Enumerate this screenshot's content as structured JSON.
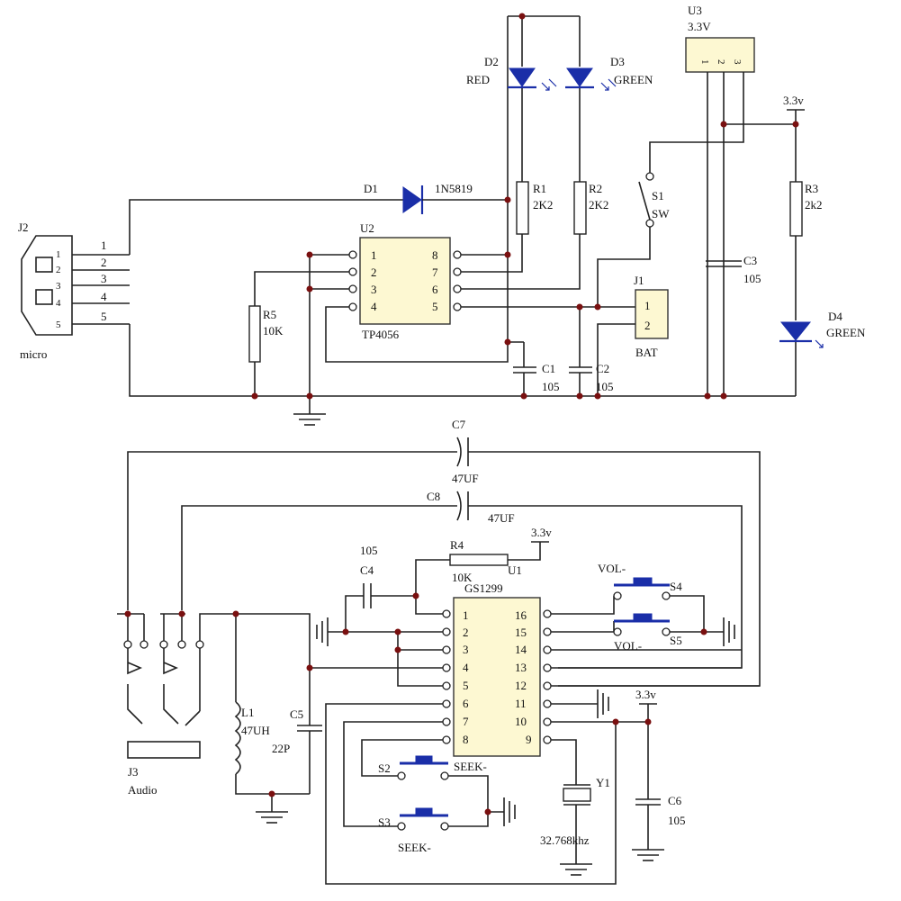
{
  "labels": {
    "u3": "U3",
    "u3v": "3.3V",
    "u3p1": "1",
    "u3p2": "2",
    "u3p3": "3",
    "d2": "D2",
    "red": "RED",
    "d3": "D3",
    "green3": "GREEN",
    "d1": "D1",
    "d1part": "1N5819",
    "r1": "R1",
    "r1v": "2K2",
    "r2": "R2",
    "r2v": "2K2",
    "s1": "S1",
    "sw": "SW",
    "v33a": "3.3v",
    "r3": "R3",
    "r3v": "2k2",
    "c3": "C3",
    "c3v": "105",
    "d4": "D4",
    "green4": "GREEN",
    "j2": "J2",
    "micro": "micro",
    "u2": "U2",
    "tp4056": "TP4056",
    "r5": "R5",
    "r5v": "10K",
    "j1": "J1",
    "bat": "BAT",
    "j1p1": "1",
    "j1p2": "2",
    "c1": "C1",
    "c1v": "105",
    "c2": "C2",
    "c2v": "105",
    "c7": "C7",
    "c7v": "47UF",
    "c8": "C8",
    "c8v": "47UF",
    "v33b": "3.3v",
    "r4": "R4",
    "r4v": "10K",
    "c4v": "105",
    "c4": "C4",
    "u1": "U1",
    "gs1299": "GS1299",
    "volm": "VOL-",
    "s4": "S4",
    "vol2": "VOL-",
    "s5": "S5",
    "l1": "L1",
    "l1v": "47UH",
    "c5": "C5",
    "c5v": "22P",
    "j3": "J3",
    "audio": "Audio",
    "v33c": "3.3v",
    "c6": "C6",
    "c6v": "105",
    "s2": "S2",
    "seekm": "SEEK-",
    "s3": "S3",
    "seek2": "SEEK-",
    "y1": "Y1",
    "y1v": "32.768khz"
  },
  "j2_pins": [
    "1",
    "2",
    "3",
    "4",
    "5"
  ],
  "j2_side_pins": [
    "1",
    "2",
    "3",
    "4",
    "5"
  ],
  "u2_left_pins": [
    "1",
    "2",
    "3",
    "4"
  ],
  "u2_right_pins": [
    "8",
    "7",
    "6",
    "5"
  ],
  "u1_left_pins": [
    "1",
    "2",
    "3",
    "4",
    "5",
    "6",
    "7",
    "8"
  ],
  "u1_right_pins": [
    "16",
    "15",
    "14",
    "13",
    "12",
    "11",
    "10",
    "9"
  ],
  "colors": {
    "wire": "#222222",
    "junction": "#7a1010",
    "chip_fill": "#fdf8d2",
    "component_blue": "#1a2ea8"
  }
}
